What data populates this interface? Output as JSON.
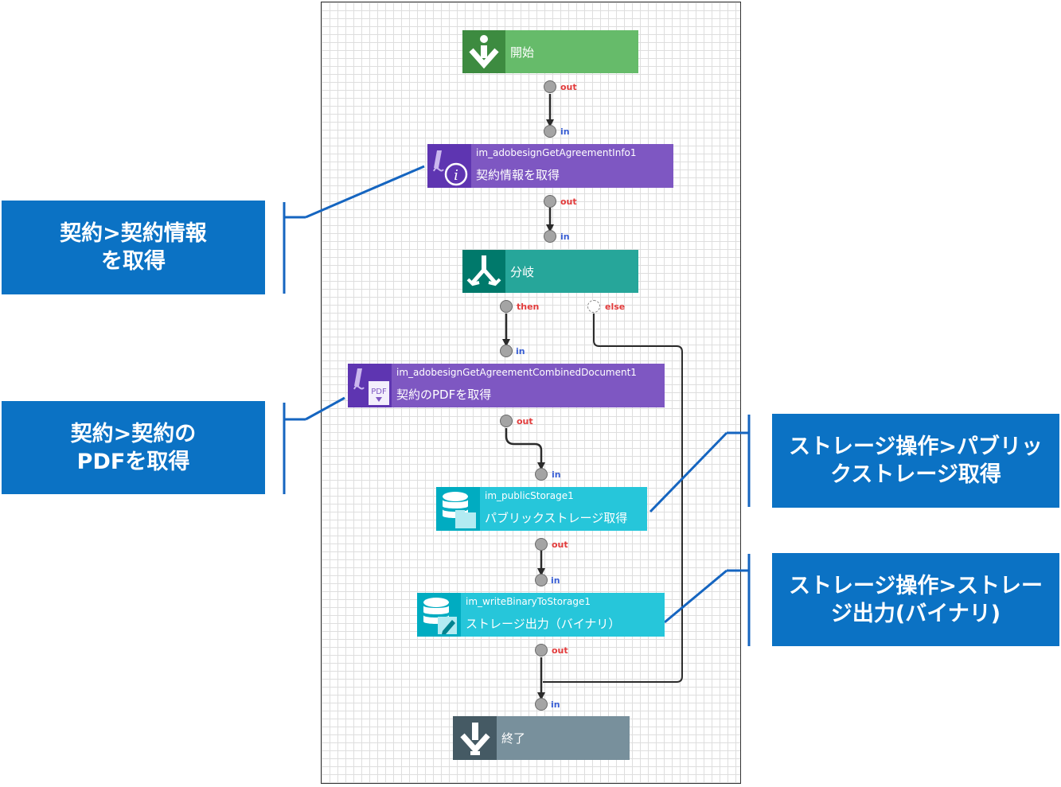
{
  "nodes": {
    "start": {
      "label": "開始"
    },
    "agreement_info": {
      "id": "im_adobesignGetAgreementInfo1",
      "label": "契約情報を取得"
    },
    "branch": {
      "label": "分岐"
    },
    "pdf": {
      "id": "im_adobesignGetAgreementCombinedDocument1",
      "label": "契約のPDFを取得",
      "icon_text": "PDF"
    },
    "public_storage": {
      "id": "im_publicStorage1",
      "label": "パブリックストレージ取得"
    },
    "write_storage": {
      "id": "im_writeBinaryToStorage1",
      "label": "ストレージ出力（バイナリ）"
    },
    "end": {
      "label": "終了"
    }
  },
  "ports": {
    "out": "out",
    "in": "in",
    "then": "then",
    "else": "else"
  },
  "callouts": {
    "agreement_info": "契約>契約情報\nを取得",
    "pdf": "契約>契約の\nPDFを取得",
    "public_storage": "ストレージ操作>パブリッ\nクストレージ取得",
    "write_storage": "ストレージ操作>ストレー\nジ出力(バイナリ)"
  },
  "colors": {
    "start": "#66bb6a",
    "start_icon": "#3d8b40",
    "adobe": "#7e57c2",
    "adobe_icon": "#5e35b1",
    "branch": "#26a69a",
    "branch_icon": "#00796b",
    "storage": "#26c6da",
    "storage_icon": "#00acc1",
    "end": "#78909c",
    "end_icon": "#455a64",
    "callout": "#0b72c4"
  }
}
